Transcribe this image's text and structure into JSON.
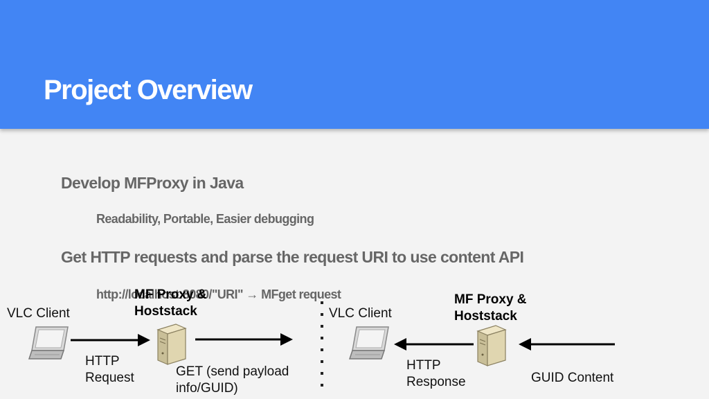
{
  "slide": {
    "title": "Project Overview",
    "bullets": [
      {
        "text": "Develop MFProxy in Java",
        "sub": "Readability, Portable, Easier debugging"
      },
      {
        "text": "Get HTTP requests and parse the request URI to use content API",
        "sub": "http://localhost:8080/\"URI\" → MFget request"
      }
    ]
  },
  "diagram": {
    "left": {
      "client_label": "VLC Client",
      "proxy_label_line1": "MF Proxy &",
      "proxy_label_line2": "Hoststack",
      "request_label_line1": "HTTP",
      "request_label_line2": "Request",
      "get_label_line1": "GET (send payload",
      "get_label_line2": "info/GUID)"
    },
    "right": {
      "client_label": "VLC Client",
      "proxy_label_line1": "MF Proxy &",
      "proxy_label_line2": "Hoststack",
      "response_label_line1": "HTTP",
      "response_label_line2": "Response",
      "content_label": "GUID Content"
    }
  }
}
